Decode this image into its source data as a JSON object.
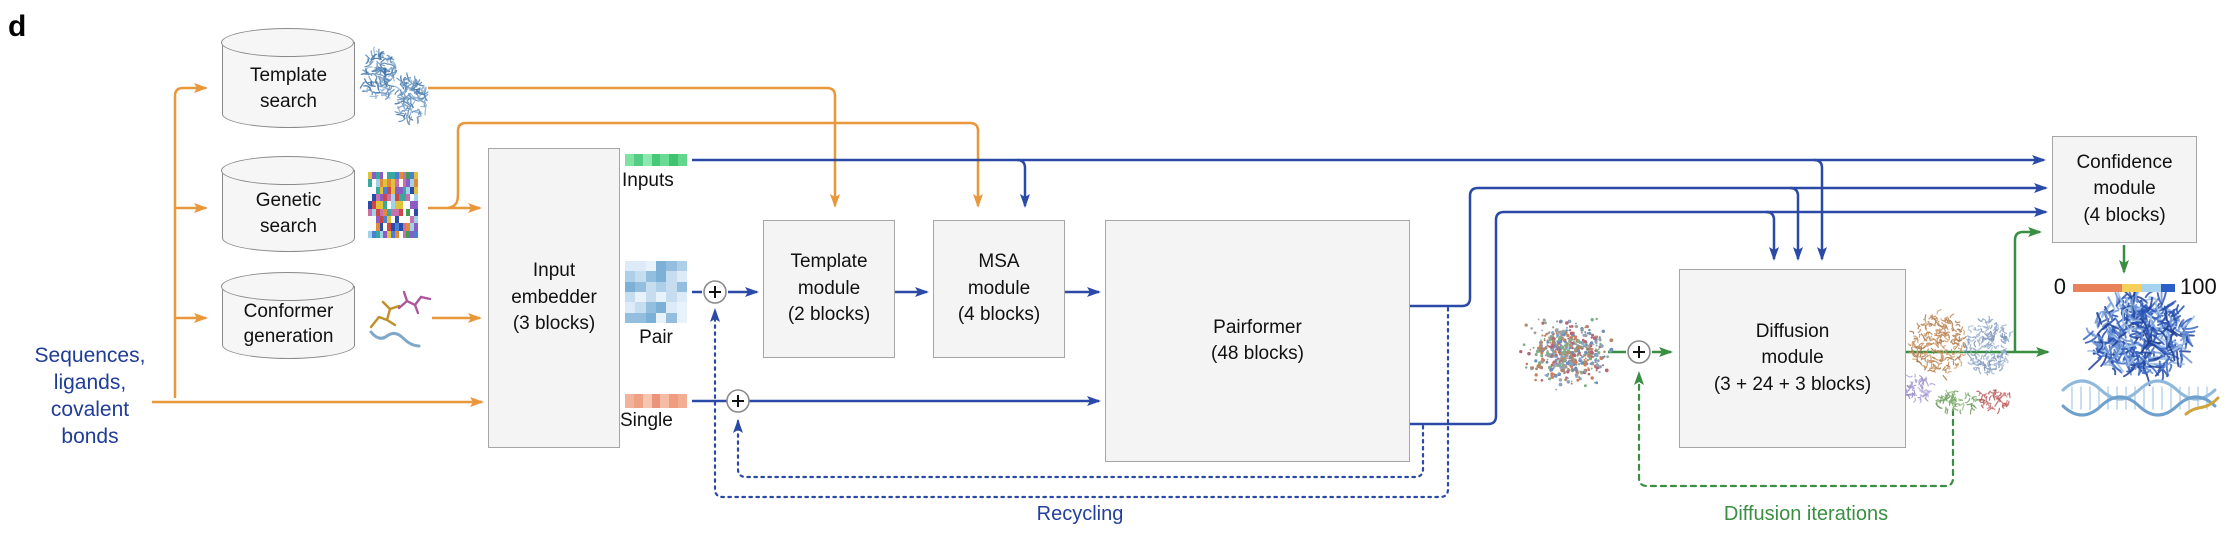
{
  "panel_label": "d",
  "colors": {
    "input_flow_orange": "#E8973B",
    "network_flow_blue": "#2B4AA8",
    "output_flow_green": "#3A8E42",
    "input_text_navy": "#1F3C97",
    "recycling_text_blue": "#24409E",
    "module_fill": "#F4F4F4",
    "module_border": "#A6A6A6"
  },
  "input_label": "Sequences,\nligands,\ncovalent\nbonds",
  "databases": [
    {
      "label": "Template\nsearch"
    },
    {
      "label": "Genetic\nsearch"
    },
    {
      "label": "Conformer\ngeneration"
    }
  ],
  "modules": {
    "input_embedder": "Input\nembedder\n(3 blocks)",
    "template_module": "Template\nmodule\n(2 blocks)",
    "msa_module": "MSA\nmodule\n(4 blocks)",
    "pairformer": "Pairformer\n(48 blocks)",
    "diffusion_module": "Diffusion\nmodule\n(3 + 24 + 3 blocks)",
    "confidence_module": "Confidence\nmodule\n(4 blocks)"
  },
  "representations": {
    "inputs_label": "Inputs",
    "pair_label": "Pair",
    "single_label": "Single",
    "inputs_bar_colors": [
      "#7EE2A3",
      "#52CD83",
      "#8FE8B0",
      "#47C97A",
      "#6ADA95",
      "#3FC470",
      "#63D68D"
    ],
    "single_bar_colors": [
      "#F3B29B",
      "#EEA183",
      "#F7C6B0",
      "#EC9479",
      "#F5BCA4",
      "#EF9D80",
      "#F2AD92"
    ],
    "pair_palette": [
      "#DCEBF7",
      "#C6DDF0",
      "#AECFE8",
      "#93BEDE",
      "#7CB0D6",
      "#E8F2FA"
    ]
  },
  "loops": {
    "recycling_label": "Recycling",
    "diffusion_iterations_label": "Diffusion iterations"
  },
  "confidence_scale": {
    "min_label": "0",
    "max_label": "100",
    "segments": [
      {
        "color": "#E8825B",
        "frac": 0.48
      },
      {
        "color": "#F6D05A",
        "frac": 0.19
      },
      {
        "color": "#A6D4F0",
        "frac": 0.19
      },
      {
        "color": "#2B5FC7",
        "frac": 0.14
      }
    ]
  },
  "illustrations": {
    "template_structures": {
      "palette": [
        "#5B87B5",
        "#8FB3D4",
        "#3A6EA5",
        "#6D96C0"
      ]
    },
    "msa_alignment": {
      "palette": [
        "#8B5CC4",
        "#4A7FD4",
        "#3F9E52",
        "#E08A3A",
        "#CC4747",
        "#3AA8A0",
        "#C96FAE",
        "#2B4BA8",
        "#E0C23A",
        "#FFFFFF",
        "#9FD4E8",
        "#FFFFFF"
      ]
    },
    "ligand_conformers": {
      "colors": [
        "#BF8F28",
        "#AD56A0",
        "#7FA8C8"
      ]
    },
    "noise_cloud": {
      "palette": [
        "#B08968",
        "#8AA3C0",
        "#C97F5F",
        "#7FAE88",
        "#B56576",
        "#A0A0A0",
        "#6F8FB8"
      ]
    },
    "predicted_complex": {
      "palette": [
        "#C08A5A",
        "#8FA8C8",
        "#9B8EC8",
        "#6F9E5F",
        "#B55A5A"
      ]
    },
    "final_structure": {
      "palette": [
        "#2A52B4",
        "#3A66C4",
        "#6F95D4",
        "#9CC0E8",
        "#1E3F94"
      ],
      "dna_colors": [
        "#8FB8DD",
        "#6FA0CC",
        "#B9D4EA"
      ],
      "accent_gold": "#D0A43A"
    }
  }
}
